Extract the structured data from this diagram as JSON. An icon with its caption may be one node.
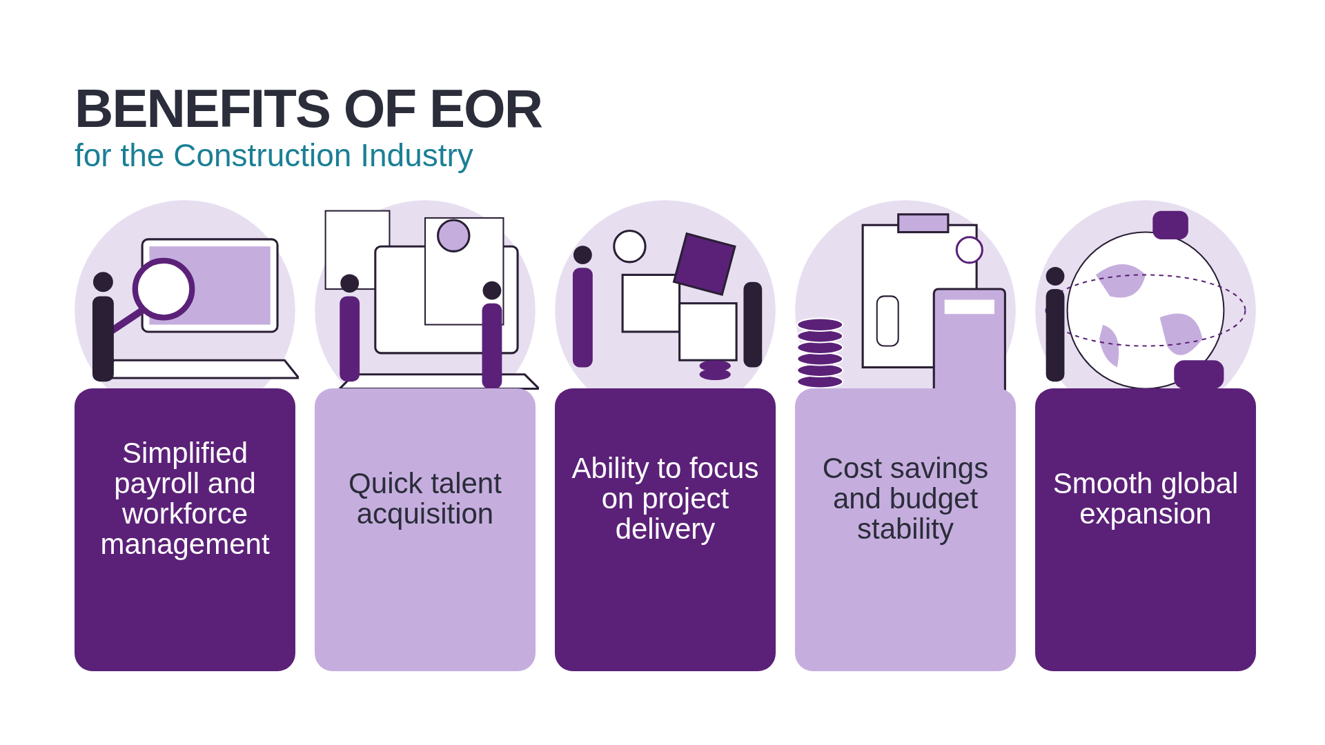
{
  "diagram": {
    "title": "BENEFITS OF EOR",
    "nodes": [
      {
        "text": [
          "Simplified payroll and workforce management"
        ]
      },
      {
        "text": [
          "Quick talent acquisition"
        ]
      },
      {
        "text": [
          "Ability to focus on project delivery"
        ]
      },
      {
        "text": [
          "Cost savings and budget stability"
        ]
      },
      {
        "text": [
          "Smooth global expansion"
        ]
      }
    ],
    "labels": [
      "for the Construction Industry"
    ]
  }
}
